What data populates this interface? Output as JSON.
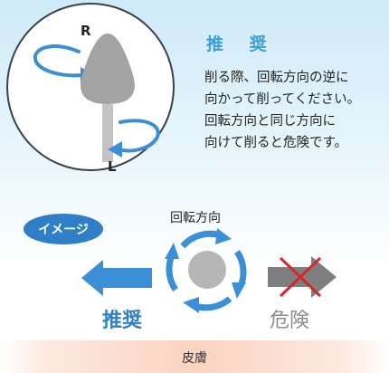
{
  "dial": {
    "top_letter": "R",
    "bottom_letter": "L"
  },
  "recommendation": {
    "title": "推 奨",
    "lines": [
      "削る際、回転方向の逆に",
      "向かって削ってください。",
      "回転方向と同じ方向に",
      "向けて削ると危険です。"
    ]
  },
  "image_badge": "イメージ",
  "rotation_label": "回転方向",
  "recommended_label": "推奨",
  "danger_label": "危険",
  "skin_label": "皮膚",
  "colors": {
    "blue": "#3a8fd6",
    "badge_blue": "#2f7fc8",
    "grey": "#8c8c8c",
    "cross_red": "#d22a2a",
    "skin": "#fbd3c1"
  }
}
